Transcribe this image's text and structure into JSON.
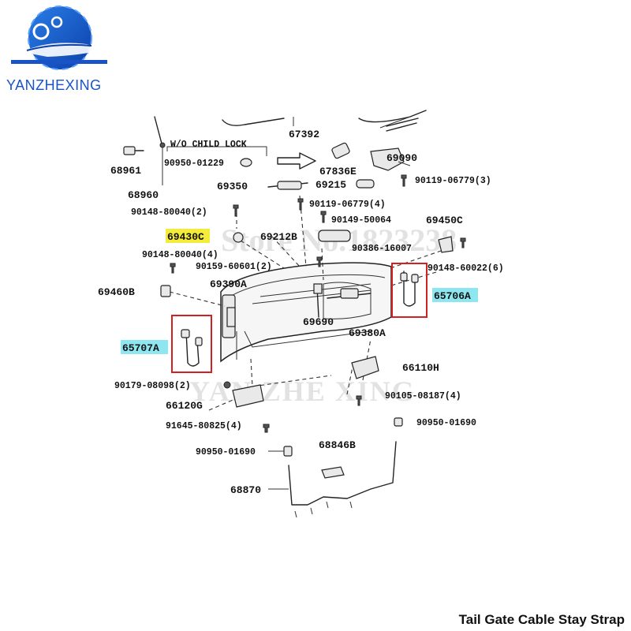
{
  "brand": {
    "name": "YANZHEXING"
  },
  "caption": "Tail Gate Cable Stay Strap",
  "watermarks": [
    "Store No.1823238",
    "YAN ZHE XING"
  ],
  "diagram": {
    "group_label": "W/O CHILD LOCK",
    "highlight_colors": {
      "yellow": "#f4ec3a",
      "cyan": "#8ee6f0",
      "callout": "#d32020"
    },
    "labels": {
      "l67392": "67392",
      "l69090": "69090",
      "l67836E": "67836E",
      "l90119_3": "90119-06779(3)",
      "l68961": "68961",
      "l90950_01229": "90950-01229",
      "l68960": "68960",
      "l69350": "69350",
      "l69215": "69215",
      "l90119_4": "90119-06779(4)",
      "l90148_2": "90148-80040(2)",
      "l90149": "90149-50064",
      "l69450C": "69450C",
      "l69430C": "69430C",
      "l69212B": "69212B",
      "l90386": "90386-16007",
      "l90148_4": "90148-80040(4)",
      "l90159": "90159-60601(2)",
      "l90148_6": "90148-60022(6)",
      "l69460B": "69460B",
      "l69390A": "69390A",
      "l65706A": "65706A",
      "l65707A": "65707A",
      "l69690": "69690",
      "l69380A": "69380A",
      "l66110H": "66110H",
      "l90179": "90179-08098(2)",
      "l90105": "90105-08187(4)",
      "l66120G": "66120G",
      "l91645": "91645-80825(4)",
      "l90950_1690a": "90950-01690",
      "l90950_1690b": "90950-01690",
      "l68846B": "68846B",
      "l68870": "68870"
    }
  }
}
